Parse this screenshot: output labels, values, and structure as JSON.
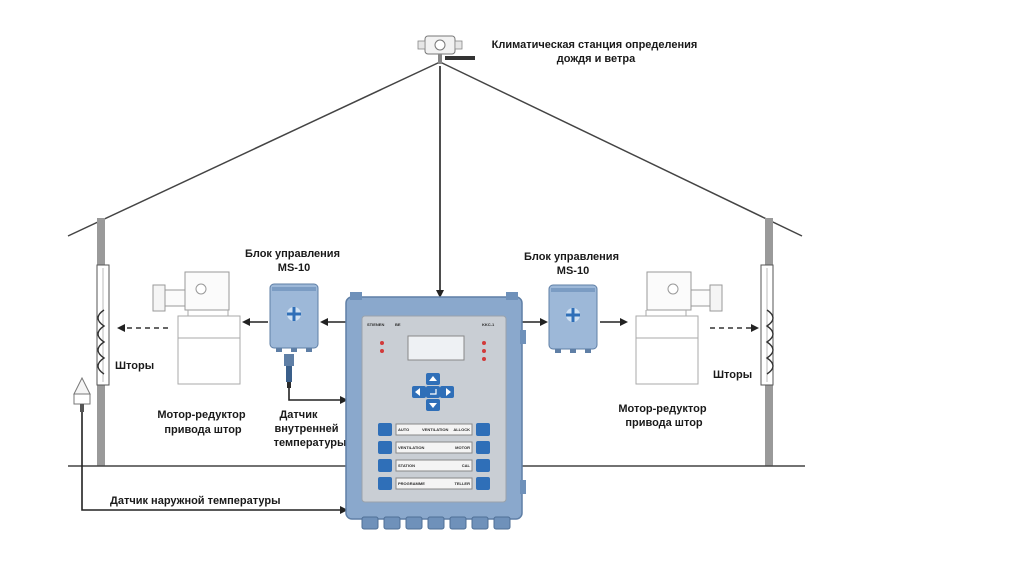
{
  "labels": {
    "weather_station": [
      "Климатическая станция определения",
      "дождя и ветра"
    ],
    "control_block_left": [
      "Блок управления",
      "MS-10"
    ],
    "control_block_right": [
      "Блок управления",
      "MS-10"
    ],
    "curtains_left": "Шторы",
    "curtains_right": "Шторы",
    "motor_left": [
      "Мотор-редуктор",
      "привода штор"
    ],
    "motor_right": [
      "Мотор-редуктор",
      "привода штор"
    ],
    "inner_sensor": [
      "Датчик",
      "внутренней",
      "температуры"
    ],
    "outer_sensor": "Датчик наружной температуры"
  },
  "controller": {
    "brand": "STIENEN",
    "brand_suffix": "BE",
    "model": "KKC-1",
    "buttons": [
      {
        "left": "AUTO",
        "mid": "VENTILATION",
        "right": "ALLOCK"
      },
      {
        "left": "VENTILATION",
        "mid": "",
        "right": "MOTOR"
      },
      {
        "left": "STATION",
        "mid": "",
        "right": "CAL"
      },
      {
        "left": "PROGRAMME",
        "mid": "",
        "right": "TELLER"
      }
    ]
  },
  "colors": {
    "line": "#222222",
    "housing": "#8aa8cc",
    "housing_dark": "#5f7fa6",
    "panel": "#c9ced4",
    "button": "#2f6fb8",
    "display": "#eef1f4"
  }
}
